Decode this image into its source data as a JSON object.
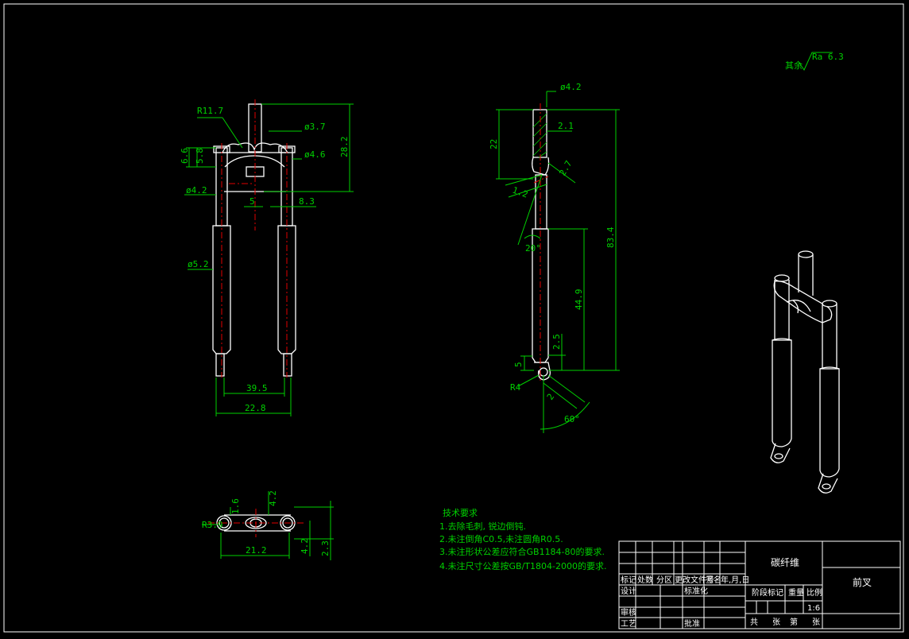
{
  "colors": {
    "background": "#000000",
    "geometry": "#ffffff",
    "dimension": "#00d000",
    "centerline": "#e00000"
  },
  "roughness": {
    "prefix": "其余",
    "value": "Ra 6.3"
  },
  "front_view": {
    "r_top": "R11.7",
    "d_top_small": "ø3.7",
    "h_total": "28.2",
    "d_top_tube": "ø4.6",
    "h_66": "6.6",
    "h_58": "5.8",
    "d_lower": "ø4.2",
    "w_5": "5",
    "w_83": "8.3",
    "d_leg": "ø5.2",
    "w_395": "39.5",
    "w_228": "22.8"
  },
  "side_view": {
    "d_top": "ø4.2",
    "h_22": "22",
    "w_21": "2.1",
    "w_27": "2.7",
    "w_12": "1.2",
    "angle_20": "20°",
    "h_834": "83.4",
    "h_449": "44.9",
    "h_25": "2.5",
    "h_5": "5",
    "r4": "R4",
    "w_2": "2",
    "angle_60": "60°"
  },
  "top_view": {
    "h_16": "1.6",
    "h_42": "4.2",
    "r3": "R3.9",
    "w_212": "21.2",
    "h_42b": "4.2",
    "h_23": "2.3"
  },
  "notes": {
    "title": "技术要求",
    "items": [
      "1.去除毛刺, 锐边倒钝.",
      "2.未注倒角C0.5,未注圆角R0.5.",
      "3.未注形状公差应符合GB1184-80的要求.",
      "4.未注尺寸公差按GB/T1804-2000的要求."
    ]
  },
  "title_block": {
    "material": "碳纤维",
    "part_name": "前叉",
    "revision_headers": [
      "标记",
      "处数",
      "分区",
      "更改文件号",
      "签名",
      "年,月,日"
    ],
    "design": "设计",
    "standardize": "标准化",
    "review": "审核",
    "process": "工艺",
    "approve": "批准",
    "stage_mark": "阶段标记",
    "weight": "重量",
    "scale_label": "比例",
    "scale": "1:6",
    "sheet_total": "共",
    "sheet_label": "张",
    "sheet_no": "第",
    "sheet_label2": "张"
  }
}
